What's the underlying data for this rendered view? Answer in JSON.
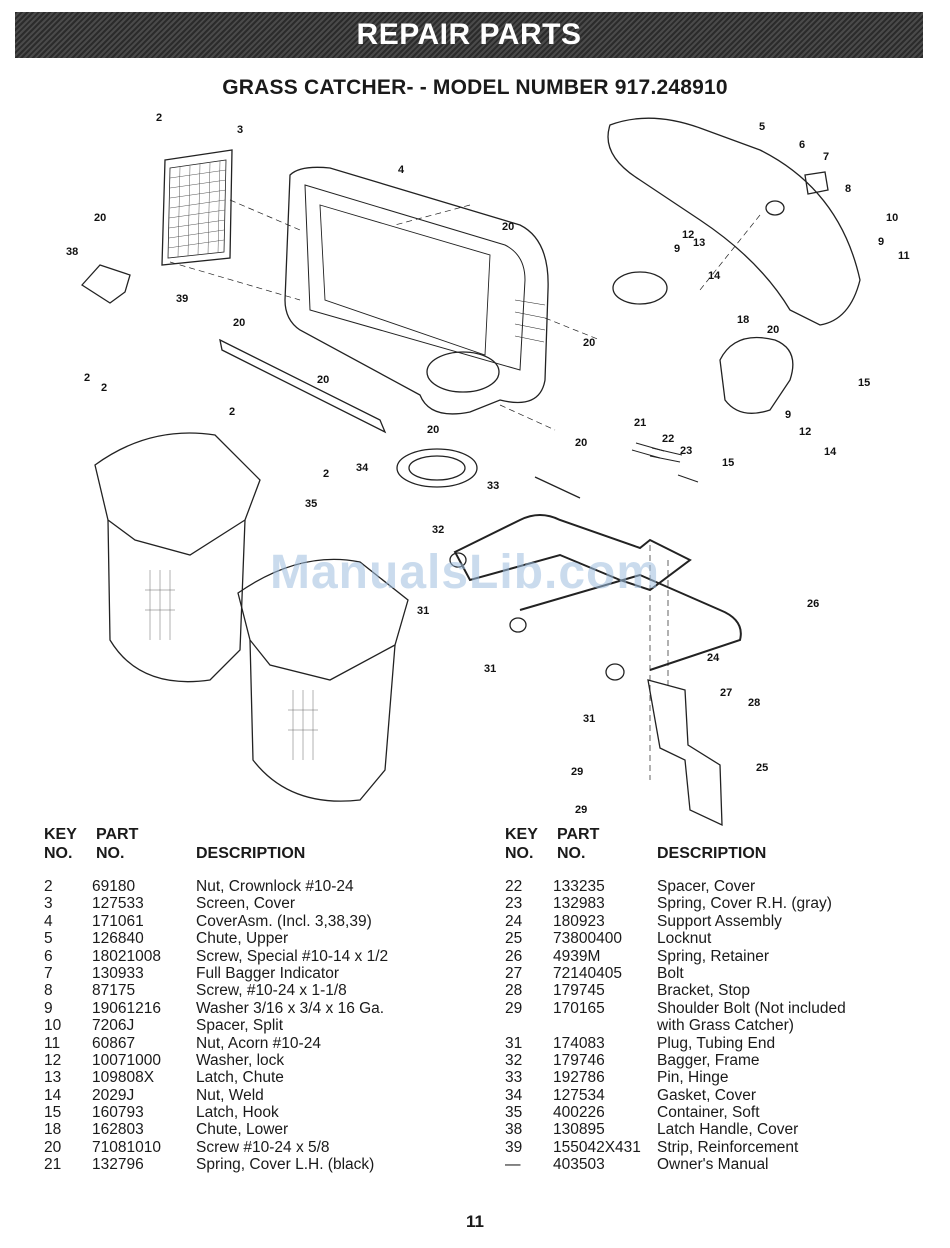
{
  "header": {
    "banner": "REPAIR PARTS",
    "subtitle": "GRASS CATCHER- - MODEL NUMBER 917.248910"
  },
  "watermark": "ManualsLib.com",
  "diagram_callouts": [
    "2",
    "3",
    "4",
    "5",
    "6",
    "7",
    "8",
    "10",
    "9",
    "11",
    "20",
    "38",
    "12",
    "13",
    "14",
    "39",
    "18",
    "15",
    "21",
    "22",
    "23",
    "34",
    "33",
    "35",
    "32",
    "26",
    "31",
    "24",
    "27",
    "28",
    "25",
    "29"
  ],
  "table": {
    "headers": {
      "key_1": "KEY",
      "key_2": "NO.",
      "part_1": "PART",
      "part_2": "NO.",
      "desc": "DESCRIPTION"
    },
    "left": [
      {
        "key": "2",
        "part": "69180",
        "desc": "Nut, Crownlock #10-24"
      },
      {
        "key": "3",
        "part": "127533",
        "desc": "Screen, Cover"
      },
      {
        "key": "4",
        "part": "171061",
        "desc": "CoverAsm. (Incl. 3,38,39)"
      },
      {
        "key": "5",
        "part": "126840",
        "desc": "Chute, Upper"
      },
      {
        "key": "6",
        "part": "18021008",
        "desc": "Screw, Special #10-14 x 1/2"
      },
      {
        "key": "7",
        "part": "130933",
        "desc": "Full Bagger Indicator"
      },
      {
        "key": "8",
        "part": "87175",
        "desc": "Screw, #10-24 x 1-1/8"
      },
      {
        "key": "9",
        "part": "19061216",
        "desc": "Washer 3/16 x 3/4 x 16 Ga."
      },
      {
        "key": "10",
        "part": "7206J",
        "desc": "Spacer, Split"
      },
      {
        "key": "11",
        "part": "60867",
        "desc": "Nut, Acorn #10-24"
      },
      {
        "key": "12",
        "part": "10071000",
        "desc": "Washer, lock"
      },
      {
        "key": "13",
        "part": "109808X",
        "desc": "Latch, Chute"
      },
      {
        "key": "14",
        "part": "2029J",
        "desc": "Nut, Weld"
      },
      {
        "key": "15",
        "part": "160793",
        "desc": "Latch, Hook"
      },
      {
        "key": "18",
        "part": "162803",
        "desc": "Chute, Lower"
      },
      {
        "key": "20",
        "part": "71081010",
        "desc": "Screw #10-24 x 5/8"
      },
      {
        "key": "21",
        "part": "132796",
        "desc": "Spring, Cover L.H. (black)"
      }
    ],
    "right": [
      {
        "key": "22",
        "part": "133235",
        "desc": "Spacer, Cover"
      },
      {
        "key": "23",
        "part": "132983",
        "desc": "Spring, Cover R.H. (gray)"
      },
      {
        "key": "24",
        "part": "180923",
        "desc": "Support Assembly"
      },
      {
        "key": "25",
        "part": "73800400",
        "desc": "Locknut"
      },
      {
        "key": "26",
        "part": "4939M",
        "desc": "Spring, Retainer"
      },
      {
        "key": "27",
        "part": "72140405",
        "desc": "Bolt"
      },
      {
        "key": "28",
        "part": "179745",
        "desc": "Bracket, Stop"
      },
      {
        "key": "29",
        "part": "170165",
        "desc": "Shoulder Bolt (Not included"
      },
      {
        "key": "",
        "part": "",
        "desc": "with Grass Catcher)"
      },
      {
        "key": "31",
        "part": "174083",
        "desc": "Plug, Tubing End"
      },
      {
        "key": "32",
        "part": "179746",
        "desc": "Bagger, Frame"
      },
      {
        "key": "33",
        "part": "192786",
        "desc": "Pin, Hinge"
      },
      {
        "key": "34",
        "part": "127534",
        "desc": "Gasket, Cover"
      },
      {
        "key": "35",
        "part": "400226",
        "desc": "Container, Soft"
      },
      {
        "key": "38",
        "part": "130895",
        "desc": "Latch Handle, Cover"
      },
      {
        "key": "39",
        "part": "155042X431",
        "desc": "Strip, Reinforcement"
      },
      {
        "key": "—",
        "part": "403503",
        "desc": "Owner's Manual"
      }
    ]
  },
  "page_number": "11"
}
